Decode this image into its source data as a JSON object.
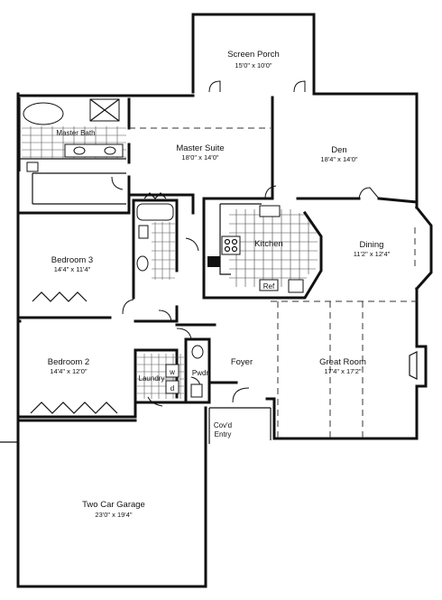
{
  "rooms": {
    "screen_porch": {
      "name": "Screen Porch",
      "dim": "15'0\" x 10'0\""
    },
    "master_bath": {
      "name": "Master Bath"
    },
    "master_suite": {
      "name": "Master Suite",
      "dim": "18'0\" x 14'0\""
    },
    "den": {
      "name": "Den",
      "dim": "18'4\" x 14'0\""
    },
    "kitchen": {
      "name": "Kitchen"
    },
    "ref": {
      "name": "Ref"
    },
    "dining": {
      "name": "Dining",
      "dim": "11'2\" x 12'4\""
    },
    "bedroom3": {
      "name": "Bedroom 3",
      "dim": "14'4\" x 11'4\""
    },
    "bedroom2": {
      "name": "Bedroom 2",
      "dim": "14'4\" x 12'0\""
    },
    "laundry": {
      "name": "Laundry"
    },
    "pwdr": {
      "name": "Pwdr"
    },
    "foyer": {
      "name": "Foyer"
    },
    "great_room": {
      "name": "Great Room",
      "dim": "17'4\" x 17'2\""
    },
    "covered_entry": {
      "line1": "Cov'd",
      "line2": "Entry"
    },
    "garage": {
      "name": "Two Car Garage",
      "dim": "23'0\" x 19'4\""
    }
  },
  "appliances": {
    "washer": "w",
    "dryer": "d"
  }
}
